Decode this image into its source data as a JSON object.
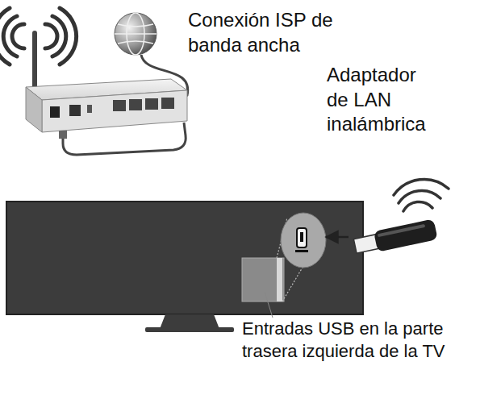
{
  "diagram": {
    "labels": [
      "Conexión ISP de banda ancha",
      "Adaptador de LAN inalámbrica",
      "Entradas USB en la parte trasera izquierda de la TV"
    ]
  }
}
